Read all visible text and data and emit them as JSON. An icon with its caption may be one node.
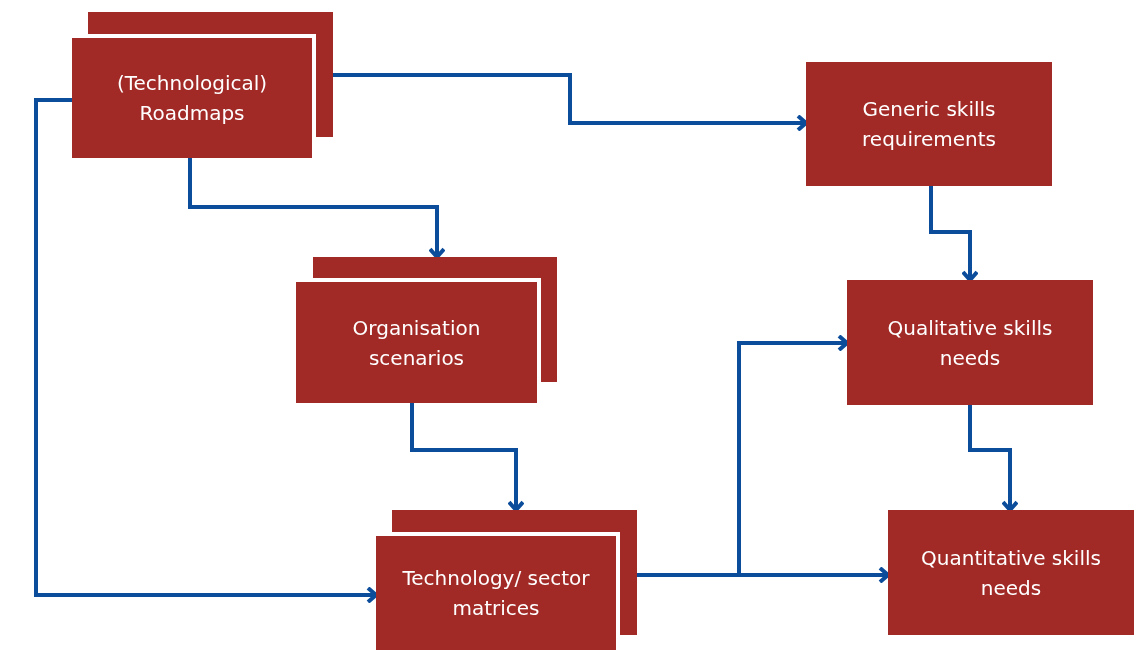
{
  "diagram": {
    "nodes": [
      {
        "text": [
          "(Technological) Roadmaps"
        ]
      },
      {
        "text": [
          "Generic skills requirements"
        ]
      },
      {
        "text": [
          "Organisation scenarios"
        ]
      },
      {
        "text": [
          "Qualitative skills needs"
        ]
      },
      {
        "text": [
          "Technology/ sector matrices"
        ]
      },
      {
        "text": [
          "Quantitative skills needs"
        ]
      }
    ],
    "edges": [
      {
        "from": 0,
        "to": 1,
        "arrow": "to"
      },
      {
        "from": 0,
        "to": 2,
        "arrow": "to"
      },
      {
        "from": 0,
        "to": 4,
        "arrow": "to"
      },
      {
        "from": 1,
        "to": 3,
        "arrow": "to"
      },
      {
        "from": 2,
        "to": 4,
        "arrow": "to"
      },
      {
        "from": 4,
        "to": 3,
        "arrow": "to"
      },
      {
        "from": 4,
        "to": 5,
        "arrow": "to"
      },
      {
        "from": 3,
        "to": 5,
        "arrow": "to"
      }
    ]
  }
}
